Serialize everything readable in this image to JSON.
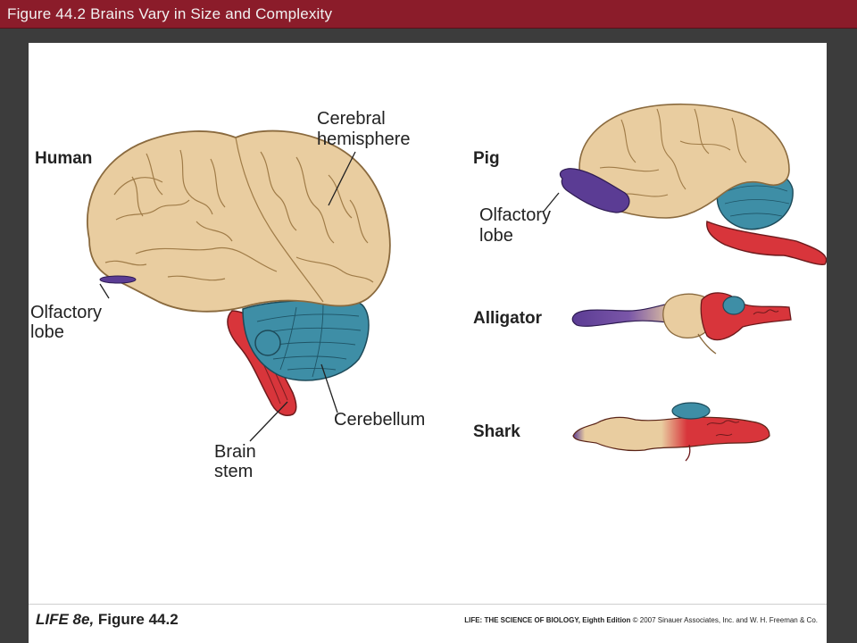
{
  "title": "Figure 44.2  Brains Vary in Size and Complexity",
  "labels": {
    "human": "Human",
    "cerebral_1": "Cerebral",
    "cerebral_2": "hemisphere",
    "olfactory_human_1": "Olfactory",
    "olfactory_human_2": "lobe",
    "cerebellum": "Cerebellum",
    "brainstem_1": "Brain",
    "brainstem_2": "stem",
    "pig": "Pig",
    "olfactory_pig_1": "Olfactory",
    "olfactory_pig_2": "lobe",
    "alligator": "Alligator",
    "shark": "Shark"
  },
  "footer": {
    "left_italic": "LIFE 8e,",
    "left_plain": " Figure 44.2",
    "right_bold": "LIFE: THE SCIENCE OF BIOLOGY, Eighth Edition",
    "right_plain": "  © 2007 Sinauer Associates, Inc. and W. H. Freeman & Co."
  },
  "colors": {
    "titlebar": "#8b1c2a",
    "cerebrum": "#e9cda0",
    "cerebellum": "#3e8ea6",
    "brainstem": "#d8353b",
    "olfactory": "#5b3c94"
  }
}
